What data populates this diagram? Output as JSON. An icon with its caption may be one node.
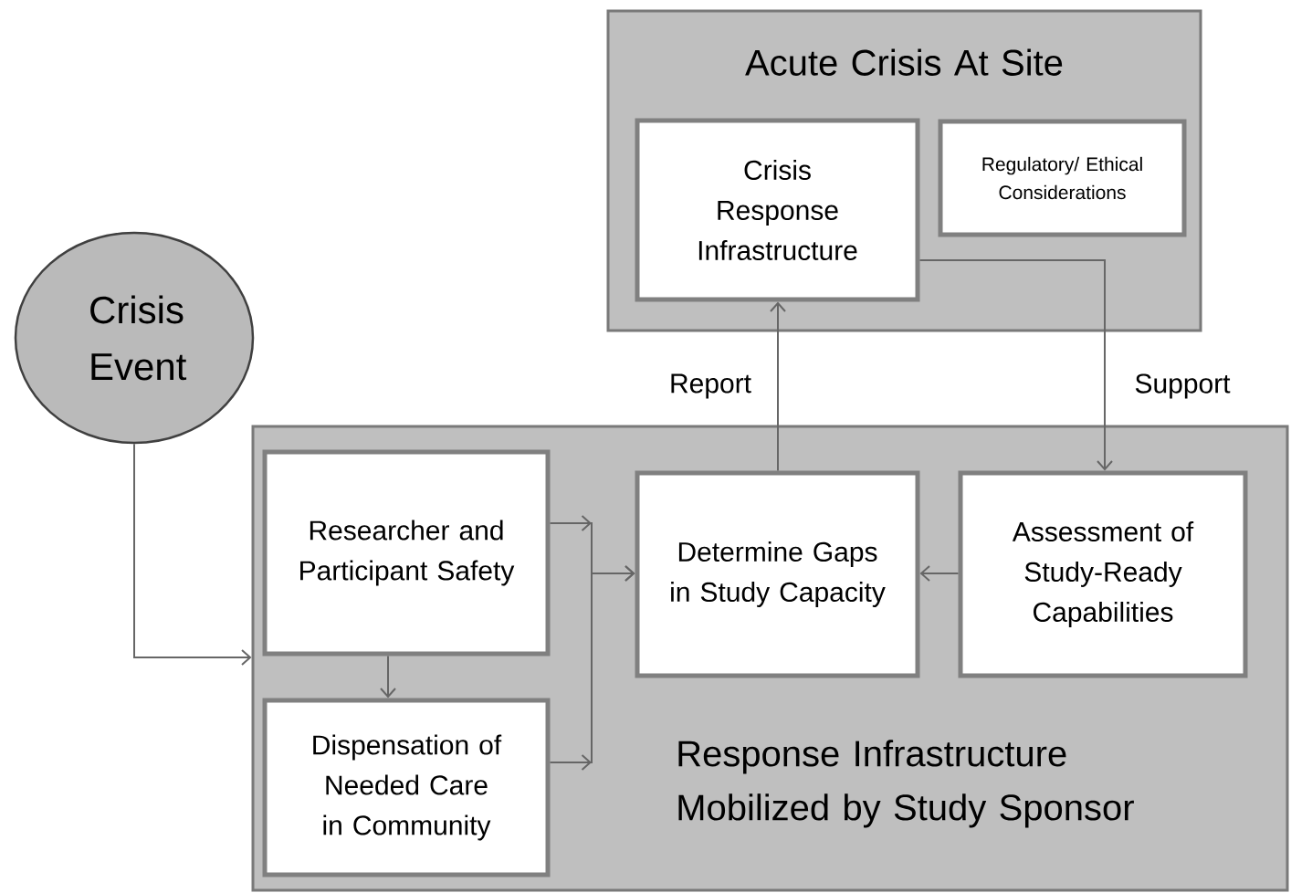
{
  "diagram": {
    "nodes": [
      {
        "text": [
          "Acute Crisis At Site"
        ]
      },
      {
        "text": [
          "Crisis Response Infrastructure"
        ],
        "in": 0
      },
      {
        "text": [
          "Regulatory/ Ethical Considerations"
        ],
        "in": 0
      },
      {
        "text": [
          "Crisis Event"
        ]
      },
      {
        "text": [
          "Response Infrastructure Mobilized by Study Sponsor"
        ]
      },
      {
        "text": [
          "Researcher and Participant Safety"
        ],
        "in": 4
      },
      {
        "text": [
          "Dispensation of Needed Care in Community"
        ],
        "in": 4
      },
      {
        "text": [
          "Determine Gaps in Study Capacity"
        ],
        "in": 4
      },
      {
        "text": [
          "Assessment of Study-Ready Capabilities"
        ],
        "in": 4
      }
    ],
    "edges": [
      {
        "from": 3,
        "to": 4,
        "arrow": "to"
      },
      {
        "from": 5,
        "to": 6,
        "arrow": "to"
      },
      {
        "from": 5,
        "to": 7,
        "arrow": "to"
      },
      {
        "from": 6,
        "to": 7,
        "arrow": "to"
      },
      {
        "from": 7,
        "to": 1,
        "arrow": "to",
        "label": "Report"
      },
      {
        "from": 1,
        "to": 8,
        "arrow": "to",
        "label": "Support"
      },
      {
        "from": 8,
        "to": 7,
        "arrow": "to"
      }
    ]
  }
}
